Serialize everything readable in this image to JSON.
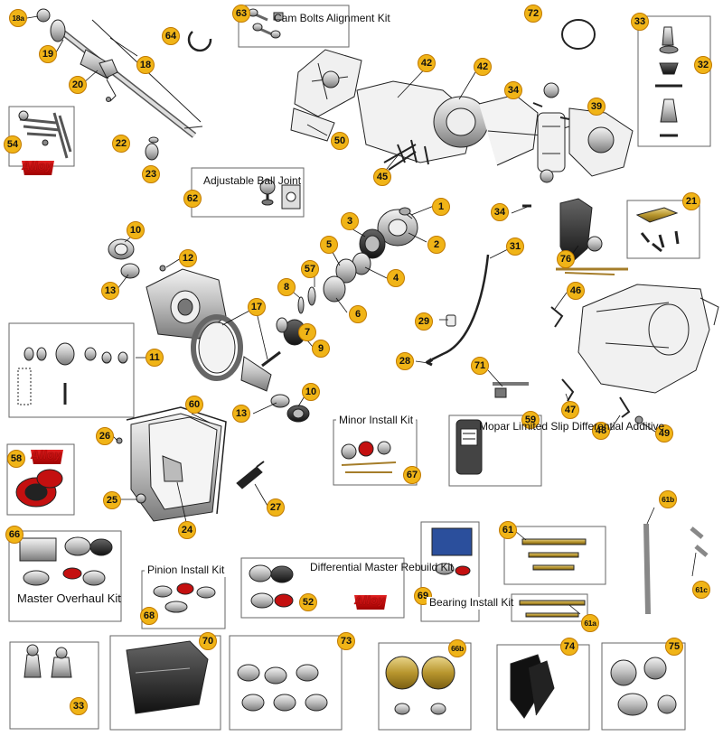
{
  "callouts": [
    {
      "id": "18a"
    },
    {
      "id": "19"
    },
    {
      "id": "20"
    },
    {
      "id": "18"
    },
    {
      "id": "64"
    },
    {
      "id": "63"
    },
    {
      "id": "72"
    },
    {
      "id": "33"
    },
    {
      "id": "32"
    },
    {
      "id": "42"
    },
    {
      "id": "42"
    },
    {
      "id": "34"
    },
    {
      "id": "39"
    },
    {
      "id": "50"
    },
    {
      "id": "45"
    },
    {
      "id": "54"
    },
    {
      "id": "22"
    },
    {
      "id": "23"
    },
    {
      "id": "62"
    },
    {
      "id": "1"
    },
    {
      "id": "2"
    },
    {
      "id": "3"
    },
    {
      "id": "4"
    },
    {
      "id": "5"
    },
    {
      "id": "34"
    },
    {
      "id": "31"
    },
    {
      "id": "76"
    },
    {
      "id": "21"
    },
    {
      "id": "10"
    },
    {
      "id": "12"
    },
    {
      "id": "13"
    },
    {
      "id": "57"
    },
    {
      "id": "8"
    },
    {
      "id": "6"
    },
    {
      "id": "17"
    },
    {
      "id": "7"
    },
    {
      "id": "9"
    },
    {
      "id": "29"
    },
    {
      "id": "46"
    },
    {
      "id": "11"
    },
    {
      "id": "28"
    },
    {
      "id": "71"
    },
    {
      "id": "13"
    },
    {
      "id": "10"
    },
    {
      "id": "60"
    },
    {
      "id": "26"
    },
    {
      "id": "58"
    },
    {
      "id": "59"
    },
    {
      "id": "47"
    },
    {
      "id": "48"
    },
    {
      "id": "49"
    },
    {
      "id": "67"
    },
    {
      "id": "25"
    },
    {
      "id": "24"
    },
    {
      "id": "27"
    },
    {
      "id": "66"
    },
    {
      "id": "61b"
    },
    {
      "id": "61"
    },
    {
      "id": "61c"
    },
    {
      "id": "68"
    },
    {
      "id": "52"
    },
    {
      "id": "69"
    },
    {
      "id": "61a"
    },
    {
      "id": "70"
    },
    {
      "id": "73"
    },
    {
      "id": "66b"
    },
    {
      "id": "74"
    },
    {
      "id": "75"
    },
    {
      "id": "33"
    }
  ],
  "kits": {
    "cam_bolts": "Cam Bolts Alignment Kit",
    "adjustable_ball_joint": "Adjustable Ball Joint",
    "minor_install": "Minor Install Kit",
    "mopar_additive": "Mopar Limited Slip Differential Additive",
    "master_overhaul": "Master Overhaul Kit",
    "pinion_install": "Pinion Install Kit",
    "diff_master_rebuild": "Differential Master Rebuild Kit",
    "bearing_install": "Bearing Install Kit"
  },
  "brand": {
    "alloy": "Alloy",
    "accent": "#f0b417",
    "alloy_red": "#c81010"
  }
}
